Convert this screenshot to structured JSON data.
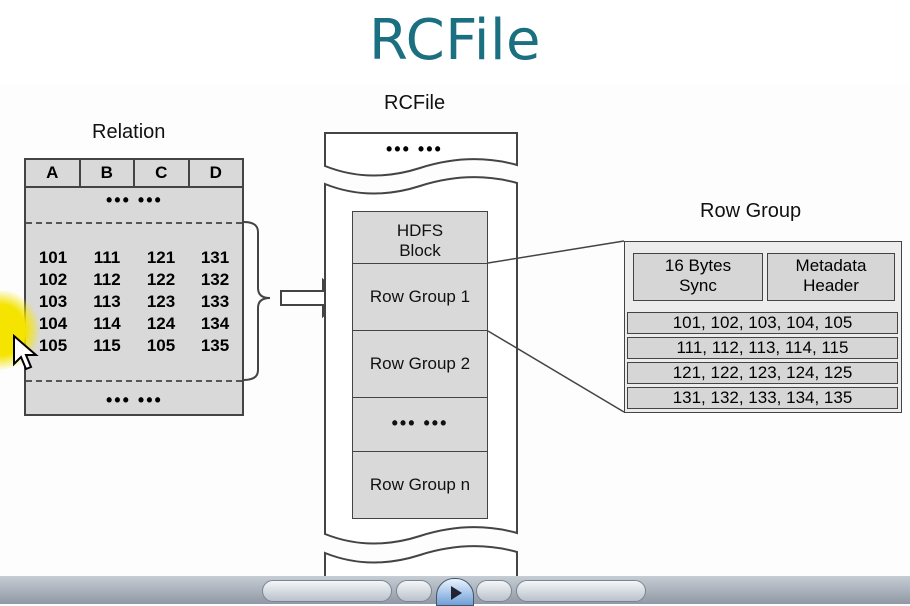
{
  "slide": {
    "title": "RCFile"
  },
  "relation": {
    "label": "Relation",
    "columns": [
      "A",
      "B",
      "C",
      "D"
    ],
    "ellipsis_top": "••• •••",
    "rows": [
      [
        "101",
        "111",
        "121",
        "131"
      ],
      [
        "102",
        "112",
        "122",
        "132"
      ],
      [
        "103",
        "113",
        "123",
        "133"
      ],
      [
        "104",
        "114",
        "124",
        "134"
      ],
      [
        "105",
        "115",
        "105",
        "135"
      ]
    ],
    "ellipsis_bottom": "••• •••"
  },
  "rcfile": {
    "label": "RCFile",
    "ellipsis_top": "••• •••",
    "hdfs_block_line1": "HDFS",
    "hdfs_block_line2": "Block",
    "row_group_1": "Row Group 1",
    "row_group_2": "Row Group 2",
    "ellipsis_middle": "••• •••",
    "row_group_n": "Row Group n",
    "ellipsis_bottom": "••• •••"
  },
  "row_group": {
    "label": "Row Group",
    "sync_line1": "16 Bytes",
    "sync_line2": "Sync",
    "meta_line1": "Metadata",
    "meta_line2": "Header",
    "lines": [
      "101, 102, 103, 104, 105",
      "111, 112, 113, 114, 115",
      "121, 122, 123, 124, 125",
      "131, 132, 133, 134, 135"
    ]
  },
  "colors": {
    "title": "#1a6f80",
    "box_fill": "#d9d9d9",
    "highlight": "#f5e400"
  }
}
